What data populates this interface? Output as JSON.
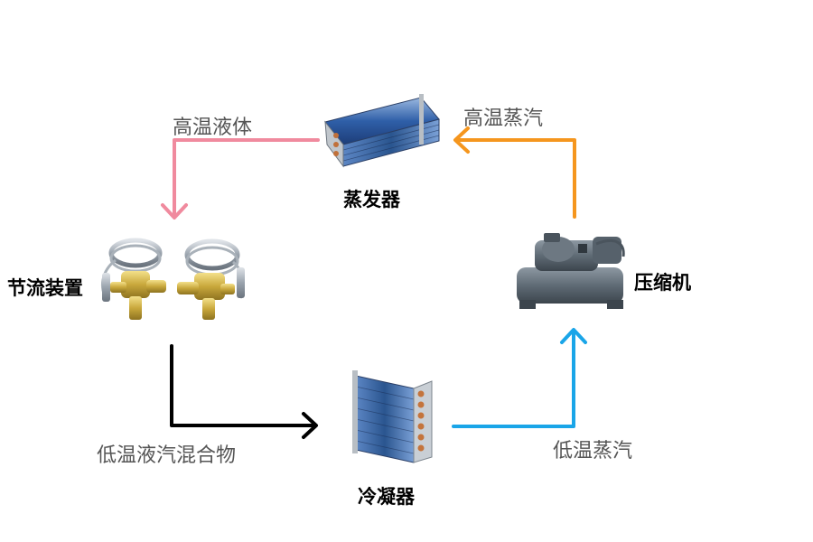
{
  "components": {
    "evaporator": "蒸发器",
    "compressor": "压缩机",
    "condenser": "冷凝器",
    "throttle": "节流装置"
  },
  "flows": {
    "top_left": "高温液体",
    "top_right": "高温蒸汽",
    "bottom_left": "低温液汽混合物",
    "bottom_right": "低温蒸汽"
  },
  "colors": {
    "high_temp_liquid": "#f08a9e",
    "high_temp_vapor": "#f5961e",
    "low_temp_vapor": "#1aa5e8",
    "low_temp_mixture": "#000000"
  }
}
